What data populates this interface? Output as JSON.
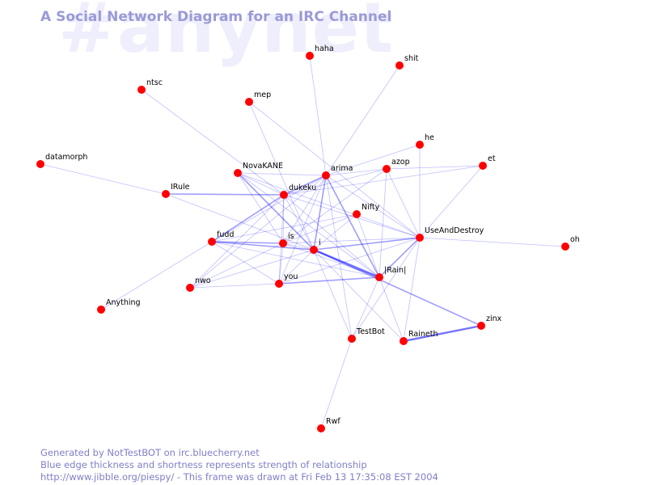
{
  "channel_watermark": "#anynet",
  "title": "A Social Network Diagram for an IRC Channel",
  "footer": {
    "line1": "Generated by NotTestBOT on irc.bluecherry.net",
    "line2": "Blue edge thickness and shortness represents strength of relationship",
    "line3": "http://www.jibble.org/piespy/ - This frame was drawn at Fri Feb 13 17:35:08 EST 2004"
  },
  "colors": {
    "node": "#ff0000",
    "edge": "#0000ff",
    "title": "#9a9ad6",
    "watermark": "#eeeefc"
  },
  "nodes": [
    {
      "id": "haha",
      "label": "haha"
    },
    {
      "id": "shit",
      "label": "shit"
    },
    {
      "id": "ntsc",
      "label": "ntsc"
    },
    {
      "id": "mep",
      "label": "mep"
    },
    {
      "id": "he",
      "label": "he"
    },
    {
      "id": "datamorph",
      "label": "datamorph"
    },
    {
      "id": "NovaKANE",
      "label": "NovaKANE"
    },
    {
      "id": "azop",
      "label": "azop"
    },
    {
      "id": "et",
      "label": "et"
    },
    {
      "id": "arima",
      "label": "arima"
    },
    {
      "id": "IRule",
      "label": "IRule"
    },
    {
      "id": "dukeku",
      "label": "dukeku"
    },
    {
      "id": "Nifty",
      "label": "Nifty"
    },
    {
      "id": "UseAndDestroy",
      "label": "UseAndDestroy"
    },
    {
      "id": "fudd",
      "label": "fudd"
    },
    {
      "id": "is",
      "label": "is"
    },
    {
      "id": "oh",
      "label": "oh"
    },
    {
      "id": "i",
      "label": "i"
    },
    {
      "id": "Rain",
      "label": "|Rain|"
    },
    {
      "id": "you",
      "label": "you"
    },
    {
      "id": "nwo",
      "label": "nwo"
    },
    {
      "id": "Anything",
      "label": "Anything"
    },
    {
      "id": "zinx",
      "label": "zinx"
    },
    {
      "id": "TestBot",
      "label": "TestBot"
    },
    {
      "id": "Raineth",
      "label": "Raineth"
    },
    {
      "id": "Rwf",
      "label": "Rwf"
    }
  ],
  "edges": [
    {
      "source": "haha",
      "target": "arima",
      "weight": 1
    },
    {
      "source": "shit",
      "target": "arima",
      "weight": 1
    },
    {
      "source": "ntsc",
      "target": "dukeku",
      "weight": 1
    },
    {
      "source": "mep",
      "target": "i",
      "weight": 1
    },
    {
      "source": "mep",
      "target": "UseAndDestroy",
      "weight": 1
    },
    {
      "source": "he",
      "target": "UseAndDestroy",
      "weight": 1
    },
    {
      "source": "he",
      "target": "arima",
      "weight": 1
    },
    {
      "source": "datamorph",
      "target": "IRule",
      "weight": 1
    },
    {
      "source": "NovaKANE",
      "target": "arima",
      "weight": 1
    },
    {
      "source": "NovaKANE",
      "target": "dukeku",
      "weight": 1
    },
    {
      "source": "NovaKANE",
      "target": "i",
      "weight": 2
    },
    {
      "source": "NovaKANE",
      "target": "is",
      "weight": 1
    },
    {
      "source": "NovaKANE",
      "target": "Rain",
      "weight": 1
    },
    {
      "source": "NovaKANE",
      "target": "UseAndDestroy",
      "weight": 1
    },
    {
      "source": "azop",
      "target": "arima",
      "weight": 1
    },
    {
      "source": "azop",
      "target": "dukeku",
      "weight": 1
    },
    {
      "source": "azop",
      "target": "et",
      "weight": 1
    },
    {
      "source": "azop",
      "target": "UseAndDestroy",
      "weight": 1
    },
    {
      "source": "azop",
      "target": "is",
      "weight": 1
    },
    {
      "source": "azop",
      "target": "Rain",
      "weight": 1
    },
    {
      "source": "et",
      "target": "UseAndDestroy",
      "weight": 1
    },
    {
      "source": "et",
      "target": "dukeku",
      "weight": 1
    },
    {
      "source": "arima",
      "target": "dukeku",
      "weight": 2
    },
    {
      "source": "arima",
      "target": "i",
      "weight": 2
    },
    {
      "source": "arima",
      "target": "is",
      "weight": 1
    },
    {
      "source": "arima",
      "target": "Rain",
      "weight": 2
    },
    {
      "source": "arima",
      "target": "UseAndDestroy",
      "weight": 1
    },
    {
      "source": "arima",
      "target": "you",
      "weight": 1
    },
    {
      "source": "arima",
      "target": "TestBot",
      "weight": 1
    },
    {
      "source": "arima",
      "target": "nwo",
      "weight": 1
    },
    {
      "source": "arima",
      "target": "fudd",
      "weight": 1
    },
    {
      "source": "IRule",
      "target": "dukeku",
      "weight": 2
    },
    {
      "source": "IRule",
      "target": "i",
      "weight": 1
    },
    {
      "source": "dukeku",
      "target": "is",
      "weight": 1
    },
    {
      "source": "dukeku",
      "target": "i",
      "weight": 1
    },
    {
      "source": "dukeku",
      "target": "fudd",
      "weight": 2
    },
    {
      "source": "dukeku",
      "target": "UseAndDestroy",
      "weight": 1
    },
    {
      "source": "dukeku",
      "target": "Rain",
      "weight": 1
    },
    {
      "source": "dukeku",
      "target": "you",
      "weight": 1
    },
    {
      "source": "dukeku",
      "target": "nwo",
      "weight": 1
    },
    {
      "source": "Nifty",
      "target": "i",
      "weight": 1
    },
    {
      "source": "Nifty",
      "target": "is",
      "weight": 1
    },
    {
      "source": "Nifty",
      "target": "Rain",
      "weight": 1
    },
    {
      "source": "Nifty",
      "target": "fudd",
      "weight": 1
    },
    {
      "source": "UseAndDestroy",
      "target": "Rain",
      "weight": 2
    },
    {
      "source": "UseAndDestroy",
      "target": "i",
      "weight": 2
    },
    {
      "source": "UseAndDestroy",
      "target": "is",
      "weight": 1
    },
    {
      "source": "UseAndDestroy",
      "target": "oh",
      "weight": 1
    },
    {
      "source": "UseAndDestroy",
      "target": "TestBot",
      "weight": 1
    },
    {
      "source": "UseAndDestroy",
      "target": "Raineth",
      "weight": 1
    },
    {
      "source": "UseAndDestroy",
      "target": "you",
      "weight": 1
    },
    {
      "source": "fudd",
      "target": "is",
      "weight": 2
    },
    {
      "source": "fudd",
      "target": "i",
      "weight": 2
    },
    {
      "source": "fudd",
      "target": "you",
      "weight": 1
    },
    {
      "source": "fudd",
      "target": "Anything",
      "weight": 1
    },
    {
      "source": "fudd",
      "target": "Rain",
      "weight": 1
    },
    {
      "source": "is",
      "target": "i",
      "weight": 1
    },
    {
      "source": "is",
      "target": "Rain",
      "weight": 1
    },
    {
      "source": "is",
      "target": "you",
      "weight": 1
    },
    {
      "source": "is",
      "target": "nwo",
      "weight": 1
    },
    {
      "source": "i",
      "target": "Rain",
      "weight": 3
    },
    {
      "source": "i",
      "target": "zinx",
      "weight": 2
    },
    {
      "source": "i",
      "target": "TestBot",
      "weight": 1
    },
    {
      "source": "i",
      "target": "Raineth",
      "weight": 1
    },
    {
      "source": "i",
      "target": "you",
      "weight": 1
    },
    {
      "source": "i",
      "target": "nwo",
      "weight": 1
    },
    {
      "source": "Rain",
      "target": "you",
      "weight": 2
    },
    {
      "source": "Rain",
      "target": "TestBot",
      "weight": 1
    },
    {
      "source": "Rain",
      "target": "Raineth",
      "weight": 1
    },
    {
      "source": "you",
      "target": "nwo",
      "weight": 1
    },
    {
      "source": "zinx",
      "target": "Raineth",
      "weight": 3
    },
    {
      "source": "TestBot",
      "target": "Rwf",
      "weight": 1
    }
  ]
}
